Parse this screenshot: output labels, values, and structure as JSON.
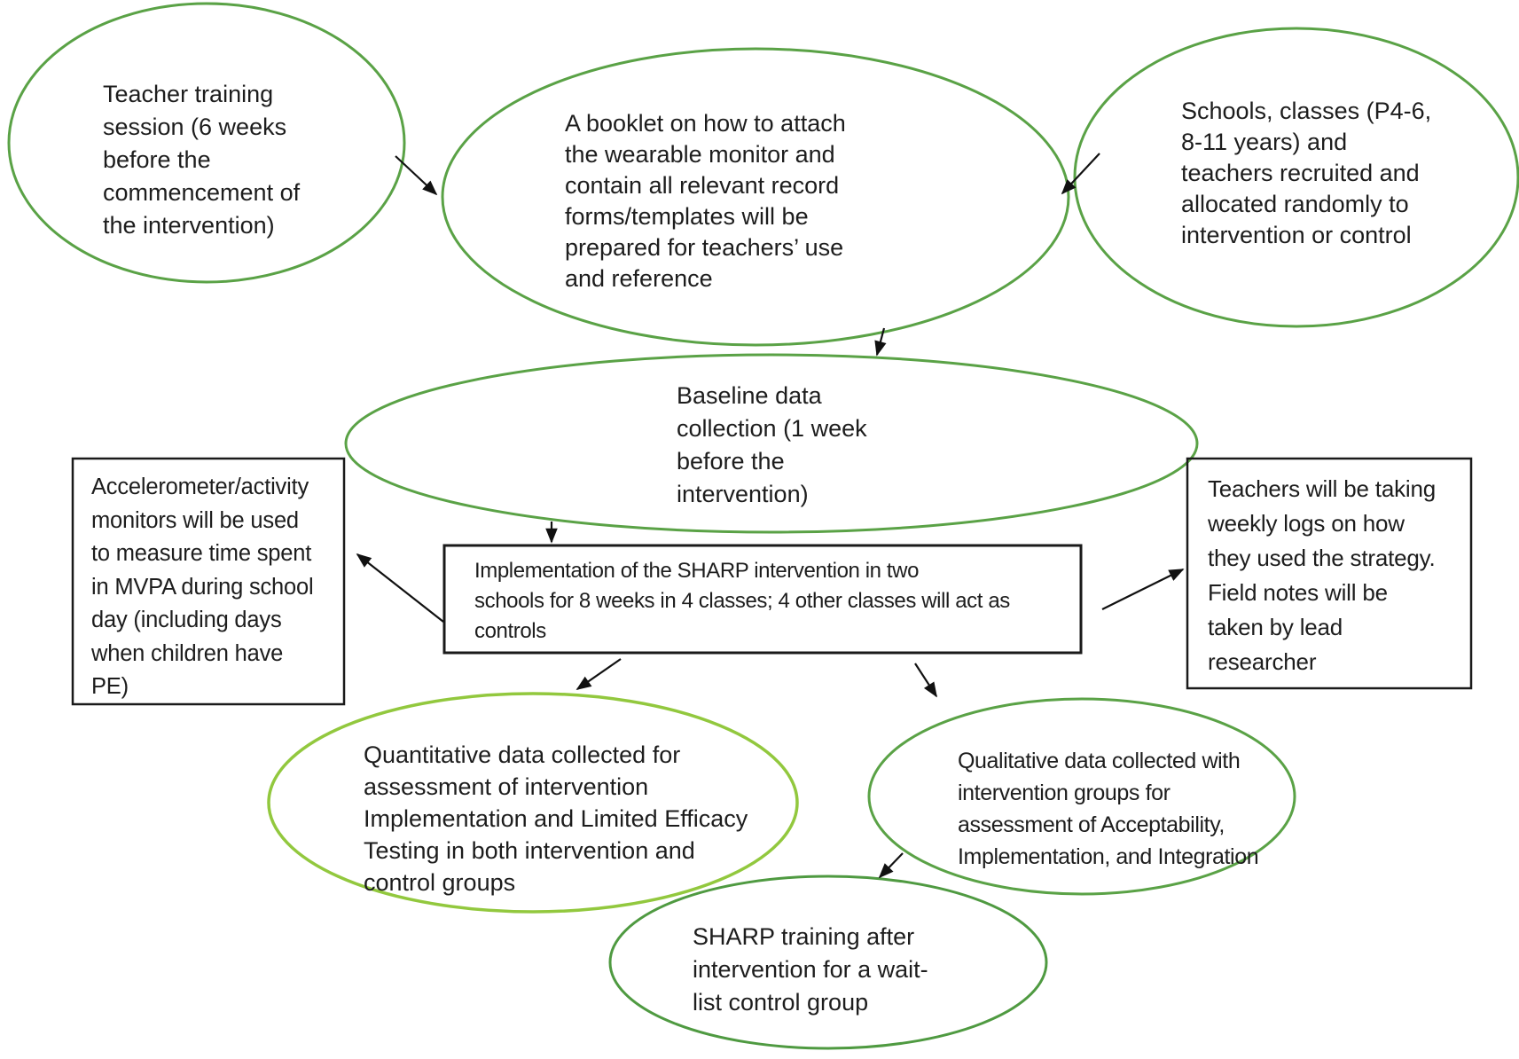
{
  "nodes": {
    "teacher_training": {
      "shape": "ellipse",
      "text": "Teacher training\nsession (6 weeks\nbefore the\ncommencement of\nthe intervention)"
    },
    "booklet": {
      "shape": "ellipse",
      "text": "A booklet on how to attach\nthe wearable monitor and\ncontain all relevant record\nforms/templates will be\nprepared for teachers’ use\nand reference"
    },
    "schools_classes": {
      "shape": "ellipse",
      "text": "Schools, classes (P4-6,\n8-11 years) and\nteachers recruited and\nallocated randomly to\nintervention or control"
    },
    "baseline": {
      "shape": "ellipse",
      "text": "Baseline data\ncollection (1 week\nbefore the\nintervention)"
    },
    "accelerometer": {
      "shape": "rectangle",
      "text": "Accelerometer/activity\nmonitors will be used\nto measure time spent\nin MVPA during school\nday (including days\nwhen children have\nPE)"
    },
    "implementation": {
      "shape": "rectangle",
      "text": "Implementation of the SHARP intervention in two\nschools for 8 weeks in 4 classes; 4 other classes will act as\ncontrols"
    },
    "teacher_logs": {
      "shape": "rectangle",
      "text": "Teachers will be taking\nweekly logs on how\nthey used the strategy.\nField notes will be\ntaken by lead\nresearcher"
    },
    "quantitative": {
      "shape": "ellipse",
      "text": "Quantitative data collected for\nassessment of intervention\nImplementation and Limited Efficacy\nTesting in both intervention and\ncontrol groups"
    },
    "qualitative": {
      "shape": "ellipse",
      "text": "Qualitative data collected with\nintervention groups for\nassessment of Acceptability,\nImplementation, and Integration"
    },
    "sharp_training": {
      "shape": "ellipse",
      "text": "SHARP training after\nintervention for a wait-\nlist control group"
    }
  },
  "edges": [
    {
      "from": "teacher_training",
      "to": "booklet"
    },
    {
      "from": "schools_classes",
      "to": "booklet"
    },
    {
      "from": "booklet",
      "to": "baseline"
    },
    {
      "from": "baseline",
      "to": "implementation"
    },
    {
      "from": "implementation",
      "to": "accelerometer"
    },
    {
      "from": "implementation",
      "to": "teacher_logs"
    },
    {
      "from": "implementation",
      "to": "quantitative"
    },
    {
      "from": "implementation",
      "to": "qualitative"
    },
    {
      "from": "qualitative",
      "to": "sharp_training"
    }
  ],
  "colors": {
    "ellipse_stroke": "#5aa246",
    "light_ellipse_stroke": "#92c83e",
    "dark_ellipse_stroke": "#4f9a41",
    "box_stroke": "#1a1a1a",
    "arrow": "#111111",
    "text": "#1d1d1d",
    "background": "#ffffff"
  }
}
